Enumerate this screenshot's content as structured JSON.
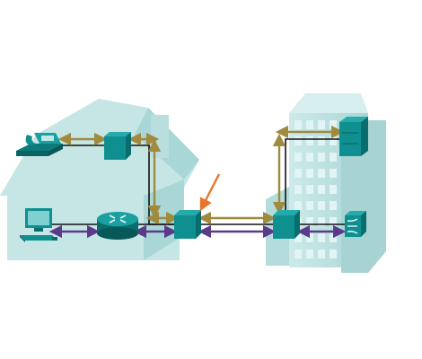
{
  "diagram": {
    "nodes": [
      {
        "id": "phone",
        "icon": "telephone-icon",
        "location": "home"
      },
      {
        "id": "home-voice-box",
        "icon": "network-device-icon",
        "location": "home"
      },
      {
        "id": "pc",
        "icon": "desktop-computer-icon",
        "location": "home"
      },
      {
        "id": "router",
        "icon": "router-icon",
        "location": "home"
      },
      {
        "id": "home-gateway",
        "icon": "network-device-icon",
        "location": "home-exterior"
      },
      {
        "id": "office-switch",
        "icon": "network-device-icon",
        "location": "office"
      },
      {
        "id": "server",
        "icon": "server-icon",
        "location": "office"
      },
      {
        "id": "firewall",
        "icon": "firewall-icon",
        "location": "office"
      }
    ],
    "links": [
      {
        "from": "phone",
        "to": "home-voice-box",
        "type": "voice"
      },
      {
        "from": "home-voice-box",
        "to": "home-gateway",
        "type": "voice"
      },
      {
        "from": "pc",
        "to": "router",
        "type": "data"
      },
      {
        "from": "router",
        "to": "home-gateway",
        "type": "data"
      },
      {
        "from": "home-gateway",
        "to": "office-switch",
        "type": "voice+data"
      },
      {
        "from": "office-switch",
        "to": "server",
        "type": "voice"
      },
      {
        "from": "office-switch",
        "to": "firewall",
        "type": "data"
      }
    ],
    "highlight": {
      "target": "home-gateway",
      "icon": "pointer-arrow-icon"
    },
    "colors": {
      "voice_arrow": "#a08a3e",
      "data_arrow": "#5b3a8a",
      "cable": "#111111",
      "highlight_arrow": "#e8752a",
      "device": "#0f8f8f",
      "building": "#bfe2e2"
    }
  }
}
